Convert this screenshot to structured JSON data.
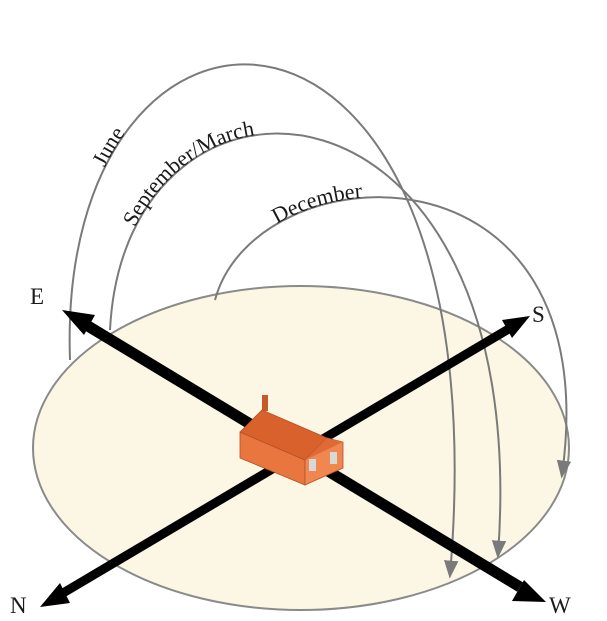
{
  "diagram": {
    "path_labels": {
      "june": "June",
      "equinox": "September/March",
      "december": "December"
    },
    "directions": {
      "east": "E",
      "south": "S",
      "north": "N",
      "west": "W"
    },
    "colors": {
      "ground_fill": "#fbf7e4",
      "ground_stroke": "#8a8a8a",
      "sun_path": "#7a7a7a",
      "axis": "#000000",
      "house_wall": "#e9763f",
      "house_roof": "#d9622c",
      "house_window": "#d8d8d8"
    }
  }
}
